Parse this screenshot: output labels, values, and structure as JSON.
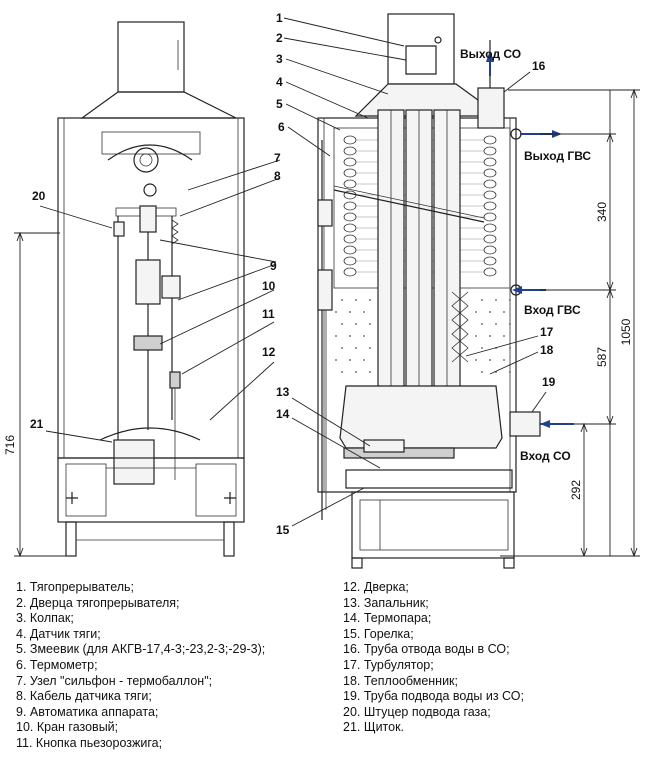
{
  "callouts": {
    "c1": "1",
    "c2": "2",
    "c3": "3",
    "c4": "4",
    "c5": "5",
    "c6": "6",
    "c7": "7",
    "c8": "8",
    "c9": "9",
    "c10": "10",
    "c11": "11",
    "c12": "12",
    "c13": "13",
    "c14": "14",
    "c15": "15",
    "c16": "16",
    "c17": "17",
    "c18": "18",
    "c19": "19",
    "c20": "20",
    "c21": "21"
  },
  "flow_labels": {
    "co_out": "Выход СО",
    "hot_out": "Выход ГВС",
    "hot_in": "Вход ГВС",
    "co_in": "Вход СО"
  },
  "dimensions": {
    "d340": "340",
    "d587": "587",
    "d292": "292",
    "d1050": "1050",
    "d716": "716"
  },
  "legend": {
    "left": [
      "1. Тягопрерыватель;",
      "2. Дверца тягопрерывателя;",
      "3. Колпак;",
      "4. Датчик тяги;",
      "5. Змеевик (для АКГВ-17,4-3;-23,2-3;-29-3);",
      "6. Термометр;",
      "7. Узел \"сильфон - термобаллон\";",
      "8. Кабель датчика тяги;",
      "9. Автоматика аппарата;",
      "10. Кран газовый;",
      "11. Кнопка пьезорозжига;"
    ],
    "right": [
      "12. Дверка;",
      "13. Запальник;",
      "14. Термопара;",
      "15. Горелка;",
      "16. Труба отвода воды в СО;",
      "17. Турбулятор;",
      "18. Теплообменник;",
      "19. Труба подвода воды из СО;",
      "20. Штуцер подвода газа;",
      "21. Щиток."
    ]
  },
  "colors": {
    "arrow": "#1f3f8f",
    "line": "#222222"
  }
}
